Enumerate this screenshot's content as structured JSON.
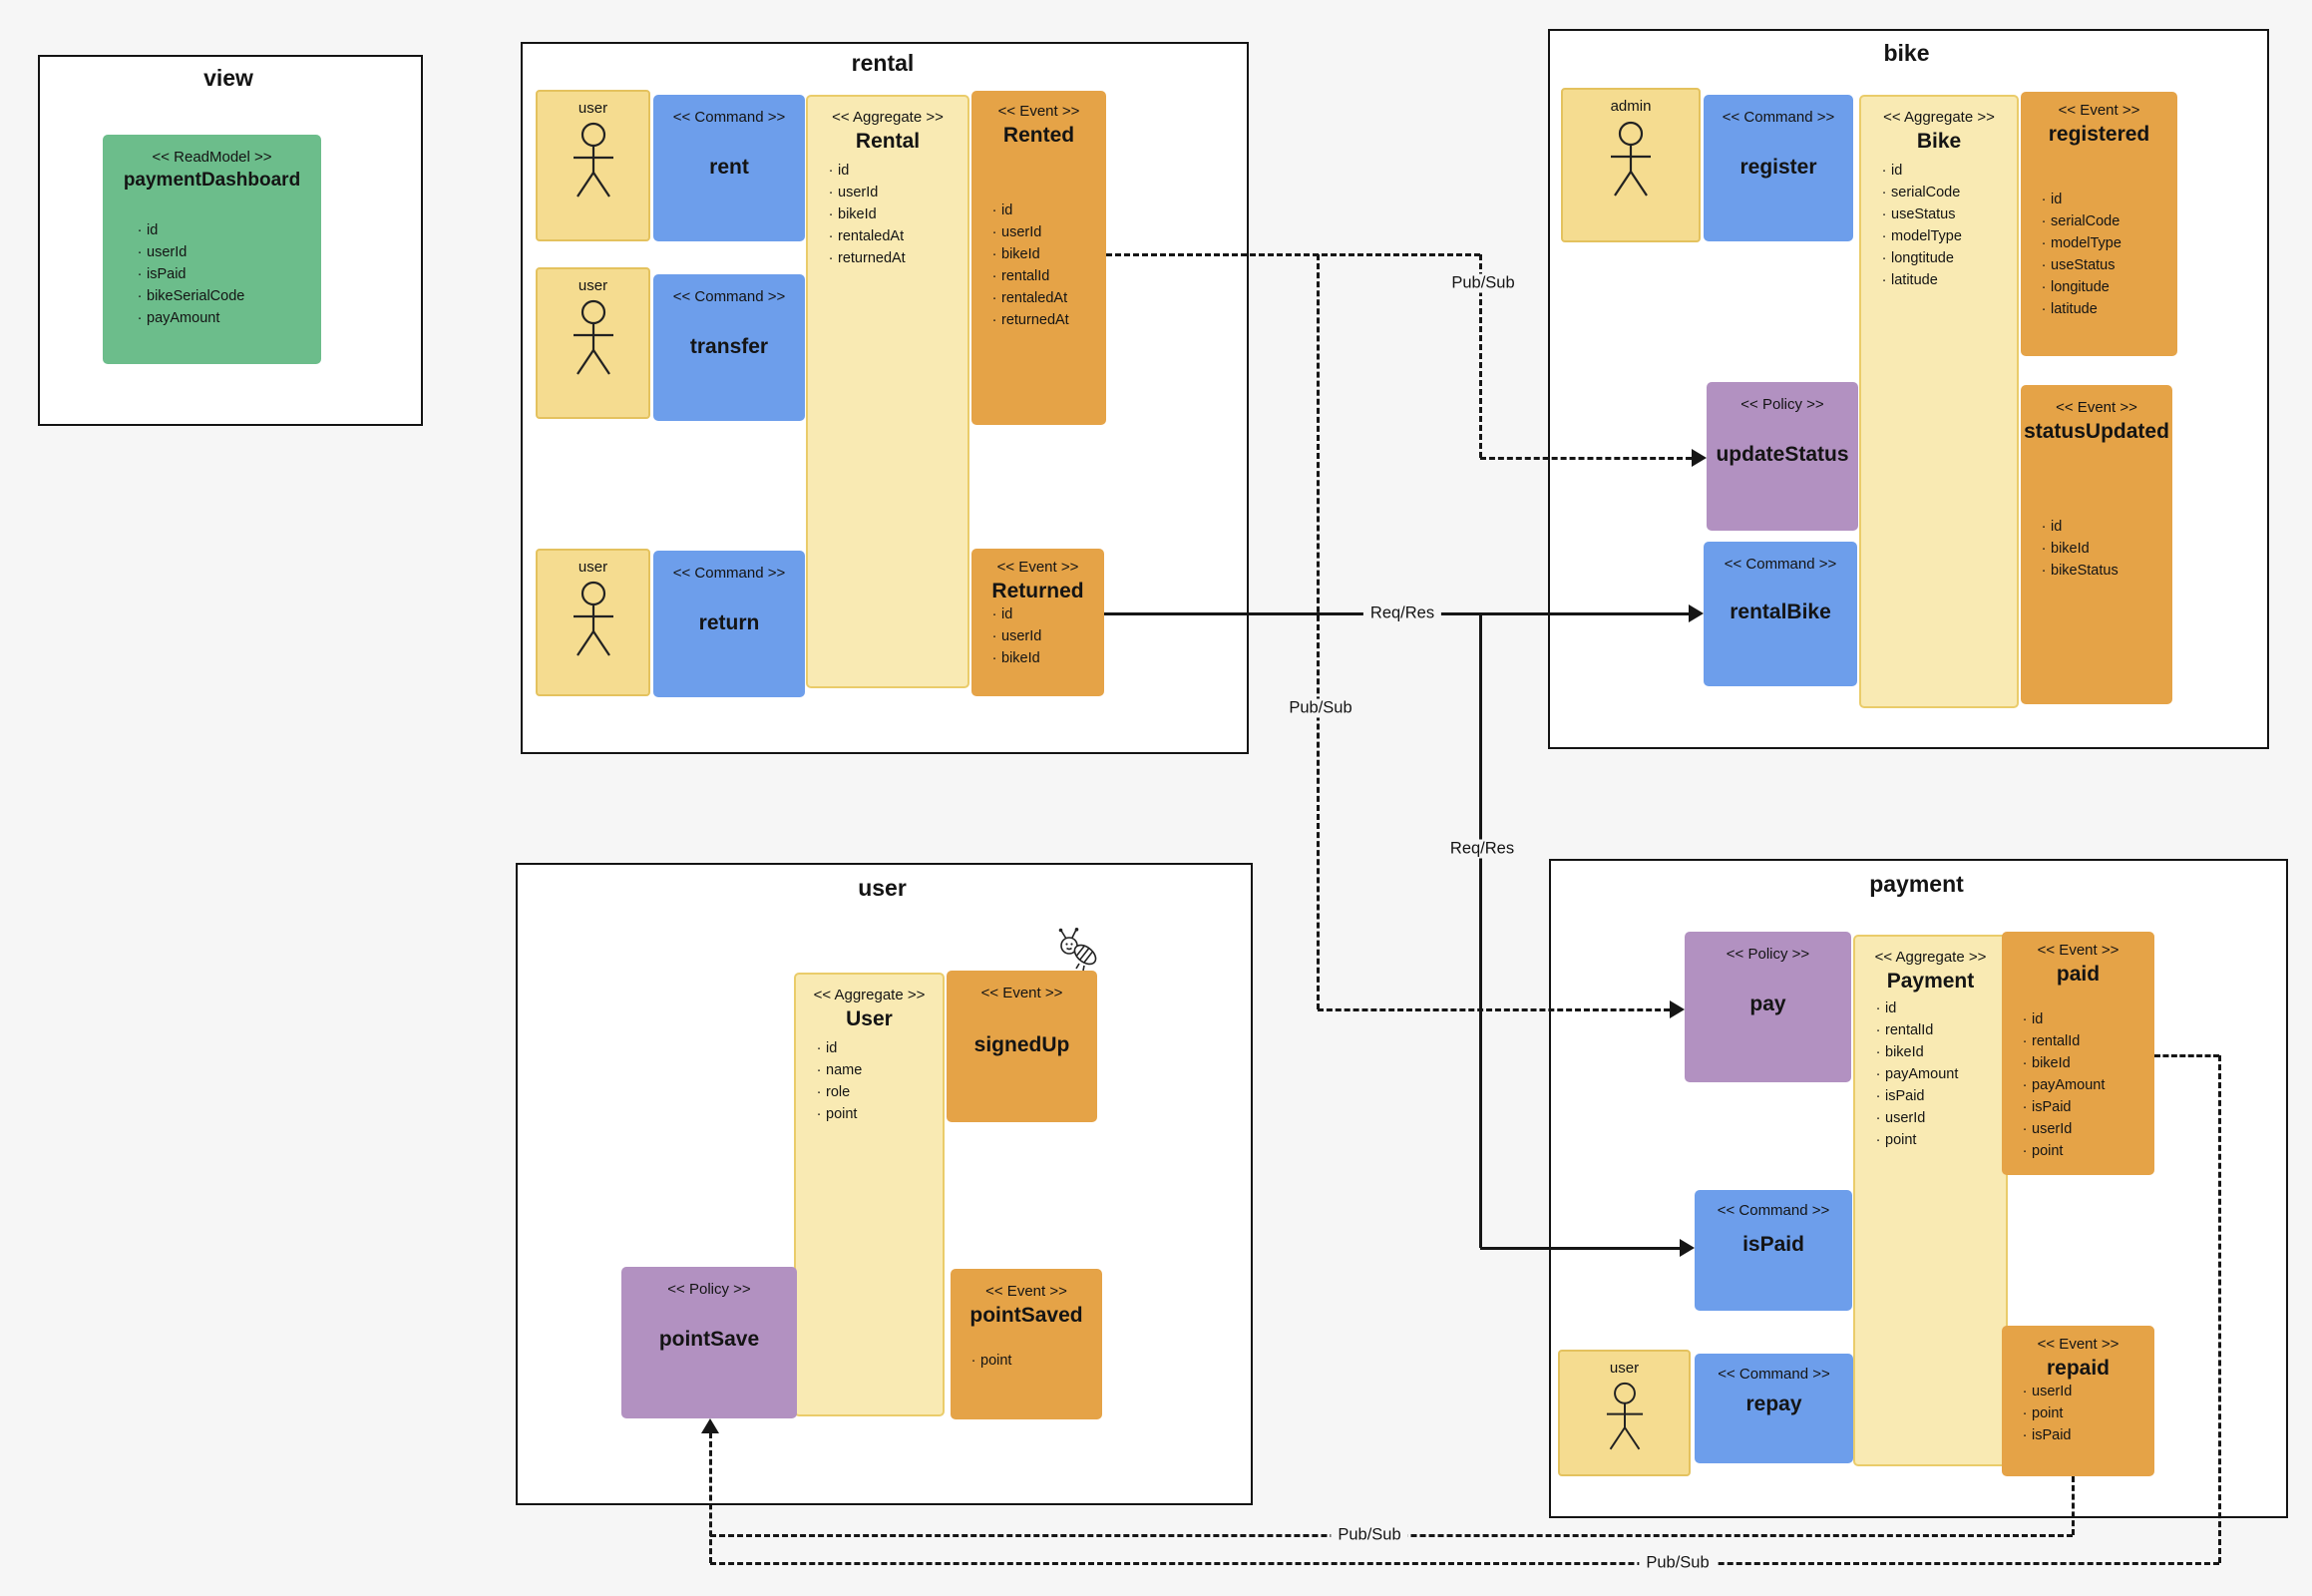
{
  "labels": {
    "pubsub": "Pub/Sub",
    "reqres": "Req/Res"
  },
  "stereotypes": {
    "readmodel": "<< ReadModel >>",
    "command": "<< Command >>",
    "aggregate": "<< Aggregate >>",
    "event": "<< Event >>",
    "policy": "<< Policy >>"
  },
  "contexts": {
    "view": {
      "title": "view"
    },
    "rental": {
      "title": "rental"
    },
    "bike": {
      "title": "bike"
    },
    "user": {
      "title": "user"
    },
    "payment": {
      "title": "payment"
    }
  },
  "actors": {
    "user": "user",
    "admin": "admin"
  },
  "icons": {
    "actor": "person-icon",
    "doodle": "bee-icon"
  },
  "boxes": {
    "paymentDashboard": {
      "name": "paymentDashboard",
      "fields": [
        "id",
        "userId",
        "isPaid",
        "bikeSerialCode",
        "payAmount"
      ]
    },
    "rent": {
      "name": "rent"
    },
    "transfer": {
      "name": "transfer"
    },
    "return": {
      "name": "return"
    },
    "rentalAgg": {
      "name": "Rental",
      "fields": [
        "id",
        "userId",
        "bikeId",
        "rentaledAt",
        "returnedAt"
      ]
    },
    "rented": {
      "name": "Rented",
      "fields": [
        "id",
        "userId",
        "bikeId",
        "rentalId",
        "rentaledAt",
        "returnedAt"
      ]
    },
    "returned": {
      "name": "Returned",
      "fields": [
        "id",
        "userId",
        "bikeId"
      ]
    },
    "register": {
      "name": "register"
    },
    "bikeAgg": {
      "name": "Bike",
      "fields": [
        "id",
        "serialCode",
        "useStatus",
        "modelType",
        "longtitude",
        "latitude"
      ]
    },
    "registered": {
      "name": "registered",
      "fields": [
        "id",
        "serialCode",
        "modelType",
        "useStatus",
        "longitude",
        "latitude"
      ]
    },
    "updateStatus": {
      "name": "updateStatus"
    },
    "statusUpdated": {
      "name": "statusUpdated",
      "fields": [
        "id",
        "bikeId",
        "bikeStatus"
      ]
    },
    "rentalBike": {
      "name": "rentalBike"
    },
    "userAgg": {
      "name": "User",
      "fields": [
        "id",
        "name",
        "role",
        "point"
      ]
    },
    "signedUp": {
      "name": "signedUp"
    },
    "pointSave": {
      "name": "pointSave"
    },
    "pointSaved": {
      "name": "pointSaved",
      "fields": [
        "point"
      ]
    },
    "pay": {
      "name": "pay"
    },
    "paymentAgg": {
      "name": "Payment",
      "fields": [
        "id",
        "rentalId",
        "bikeId",
        "payAmount",
        "isPaid",
        "userId",
        "point"
      ]
    },
    "paid": {
      "name": "paid",
      "fields": [
        "id",
        "rentalId",
        "bikeId",
        "payAmount",
        "isPaid",
        "userId",
        "point"
      ]
    },
    "isPaid": {
      "name": "isPaid"
    },
    "repay": {
      "name": "repay"
    },
    "repaid": {
      "name": "repaid",
      "fields": [
        "userId",
        "point",
        "isPaid"
      ]
    }
  }
}
